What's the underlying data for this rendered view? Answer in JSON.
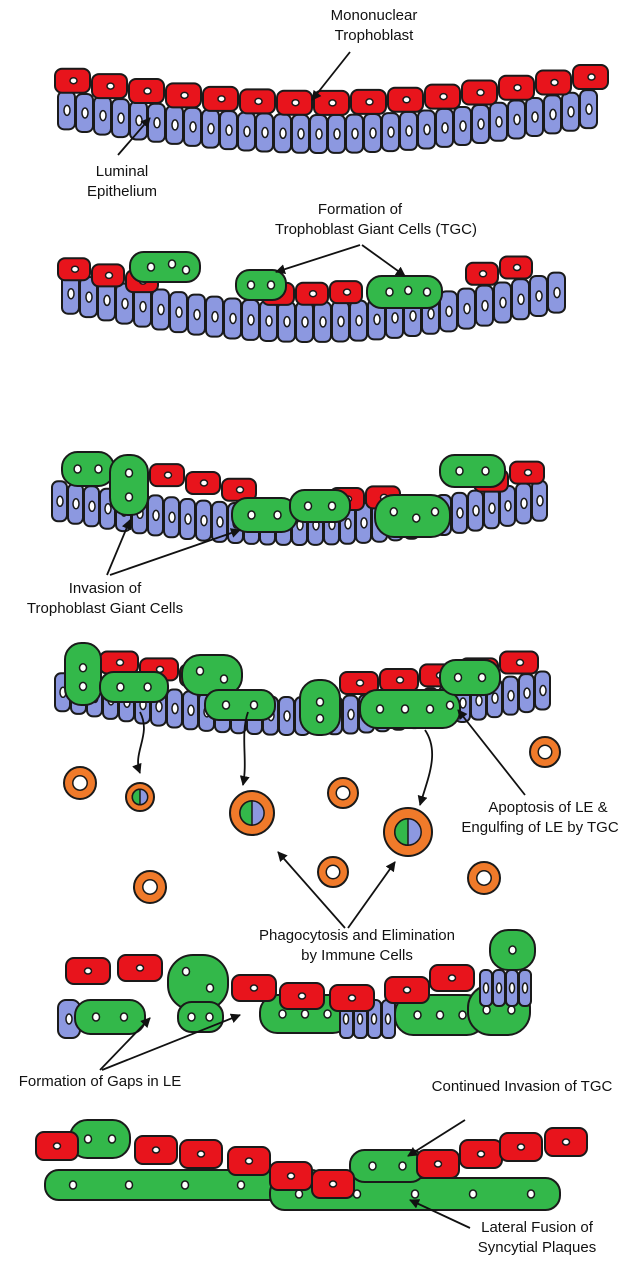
{
  "colors": {
    "trophoblast": "#e8141c",
    "giant_cell": "#33b84a",
    "luminal_epithelium": "#8c98e0",
    "immune_cell": "#f07a2a",
    "outline": "#1a1a1a",
    "nucleus": "#ffffff"
  },
  "labels": {
    "mononuclear_line1": "Mononuclear",
    "mononuclear_line2": "Trophoblast",
    "luminal_line1": "Luminal",
    "luminal_line2": "Epithelium",
    "tgc_formation_line1": "Formation of",
    "tgc_formation_line2": "Trophoblast Giant Cells (TGC)",
    "invasion_line1": "Invasion of",
    "invasion_line2": "Trophoblast Giant Cells",
    "apoptosis_line1": "Apoptosis of LE &",
    "apoptosis_line2": "Engulfing of LE by TGC",
    "phagocytosis_line1": "Phagocytosis and Elimination",
    "phagocytosis_line2": "by Immune Cells",
    "gaps": "Formation of Gaps in LE",
    "continued_invasion": "Continued Invasion of TGC",
    "lateral_fusion_line1": "Lateral Fusion of",
    "lateral_fusion_line2": "Syncytial Plaques"
  }
}
